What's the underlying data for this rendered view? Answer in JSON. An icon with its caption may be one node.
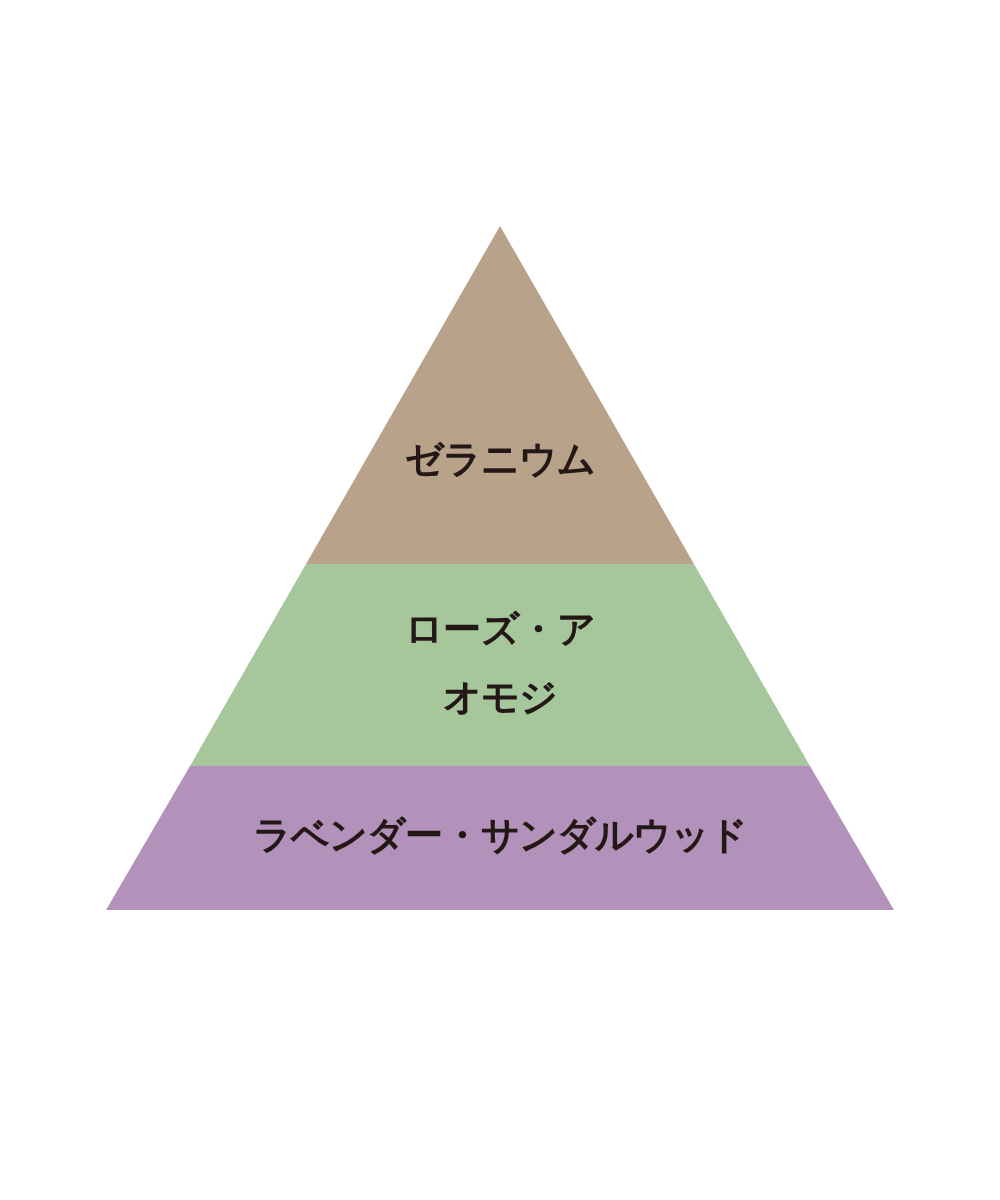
{
  "diagram": {
    "nodes": [
      {
        "text": [
          "ゼラニウム"
        ]
      },
      {
        "text": [
          "ローズ・アオモジ"
        ]
      },
      {
        "text": [
          "ラベンダー・サンダルウッド"
        ]
      }
    ]
  }
}
